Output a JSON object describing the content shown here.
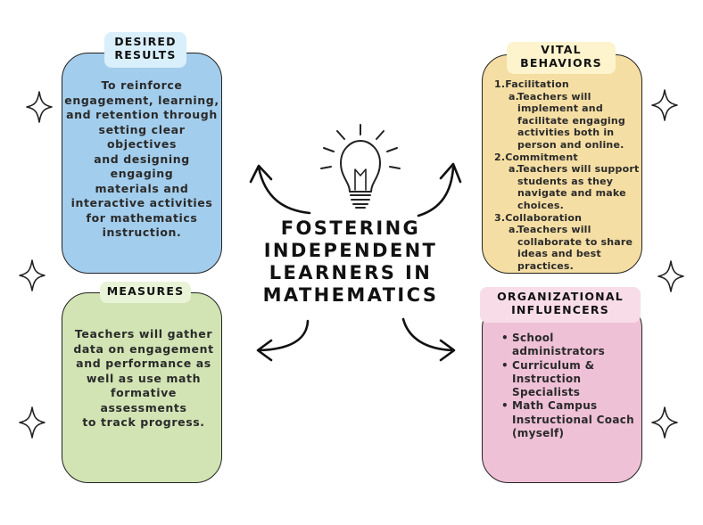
{
  "title": {
    "lines": [
      "FOSTERING",
      "INDEPENDENT",
      "LEARNERS IN",
      "MATHEMATICS"
    ]
  },
  "desired_results": {
    "label_lines": [
      "DESIRED",
      "RESULTS"
    ],
    "text_lines": [
      "To reinforce",
      "engagement, learning,",
      "and retention through",
      "setting clear objectives",
      "and designing engaging",
      "materials and",
      "interactive activities",
      "for mathematics",
      "instruction."
    ]
  },
  "measures": {
    "label": "MEASURES",
    "text_lines": [
      "Teachers will gather",
      "data on engagement",
      "and performance as",
      "well as use math",
      "formative assessments",
      "to track progress."
    ]
  },
  "vital_behaviors": {
    "label_lines": [
      "VITAL",
      "BEHAVIORS"
    ],
    "items": [
      {
        "num": "1.",
        "title": "Facilitation",
        "sub_label": "a.",
        "sub_lines": [
          "Teachers will",
          "implement and",
          "facilitate engaging",
          "activities both in",
          "person and online."
        ]
      },
      {
        "num": "2.",
        "title": "Commitment",
        "sub_label": "a.",
        "sub_lines": [
          "Teachers will support",
          "students as they",
          "navigate and make",
          "choices."
        ]
      },
      {
        "num": "3.",
        "title": "Collaboration",
        "sub_label": "a.",
        "sub_lines": [
          "Teachers will",
          "collaborate to share",
          "ideas and best",
          "practices."
        ]
      }
    ]
  },
  "organizational_influencers": {
    "label_lines": [
      "ORGANIZATIONAL",
      "INFLUENCERS"
    ],
    "items": [
      {
        "lines": [
          "School",
          "administrators"
        ]
      },
      {
        "lines": [
          "Curriculum &",
          "Instruction",
          "Specialists"
        ]
      },
      {
        "lines": [
          "Math Campus",
          "Instructional Coach",
          "(myself)"
        ]
      }
    ]
  },
  "colors": {
    "blue_card": "#a3cdec",
    "blue_tag": "#d9effc",
    "yellow_card": "#f5dea3",
    "yellow_tag": "#fdf3cc",
    "green_card": "#d2e4b4",
    "green_tag": "#e9f3d8",
    "pink_card": "#efc1d6",
    "pink_tag": "#f8dde9"
  },
  "icons": [
    "lightbulb-icon",
    "curved-arrow-icon",
    "sparkle-star-icon"
  ]
}
